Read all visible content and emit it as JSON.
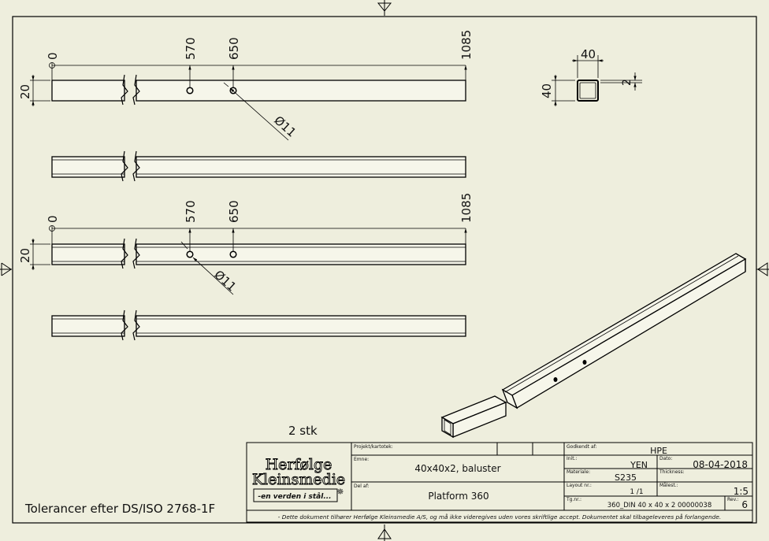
{
  "drawing": {
    "top_view": {
      "dims": [
        "0",
        "570",
        "650",
        "1085"
      ],
      "height": "20",
      "hole": "Ø11"
    },
    "lower_view": {
      "dims": [
        "0",
        "570",
        "650",
        "1085"
      ],
      "height": "20",
      "hole": "Ø11"
    },
    "section": {
      "width": "40",
      "height": "40",
      "wall": "2"
    },
    "quantity": "2 stk",
    "tolerance_note": "Tolerancer efter DS/ISO 2768-1F"
  },
  "title_block": {
    "logo_line1": "Herfølge",
    "logo_line2": "Kleinsmedie",
    "logo_tagline": "-en verden i stål...",
    "projekt_label": "Projekt/kartotek:",
    "emne_label": "Emne:",
    "emne_value": "40x40x2, baluster",
    "del_label": "Del af:",
    "del_value": "Platform 360",
    "godkendt_label": "Godkendt af:",
    "godkendt_value": "HPE",
    "init_label": "Init.:",
    "init_value": "YEN",
    "dato_label": "Dato:",
    "dato_value": "08-04-2018",
    "materiale_label": "Materiale:",
    "materiale_value": "S235",
    "thickness_label": "Thickness:",
    "layout_label": "Layout nr.:",
    "layout_value": "1 /1",
    "malest_label": "Målest.:",
    "malest_value": "1:5",
    "tgnr_label": "Tg.nr.:",
    "tgnr_value": "360_DIN 40 x 40 x 2 00000038",
    "rev_label": "Rev.:",
    "rev_value": "6",
    "disclaimer": "- Dette dokument tilhører Herfølge Kleinsmedie A/S, og må ikke videregives uden vores skriftlige accept. Dokumentet skal tilbageleveres på forlangende."
  }
}
